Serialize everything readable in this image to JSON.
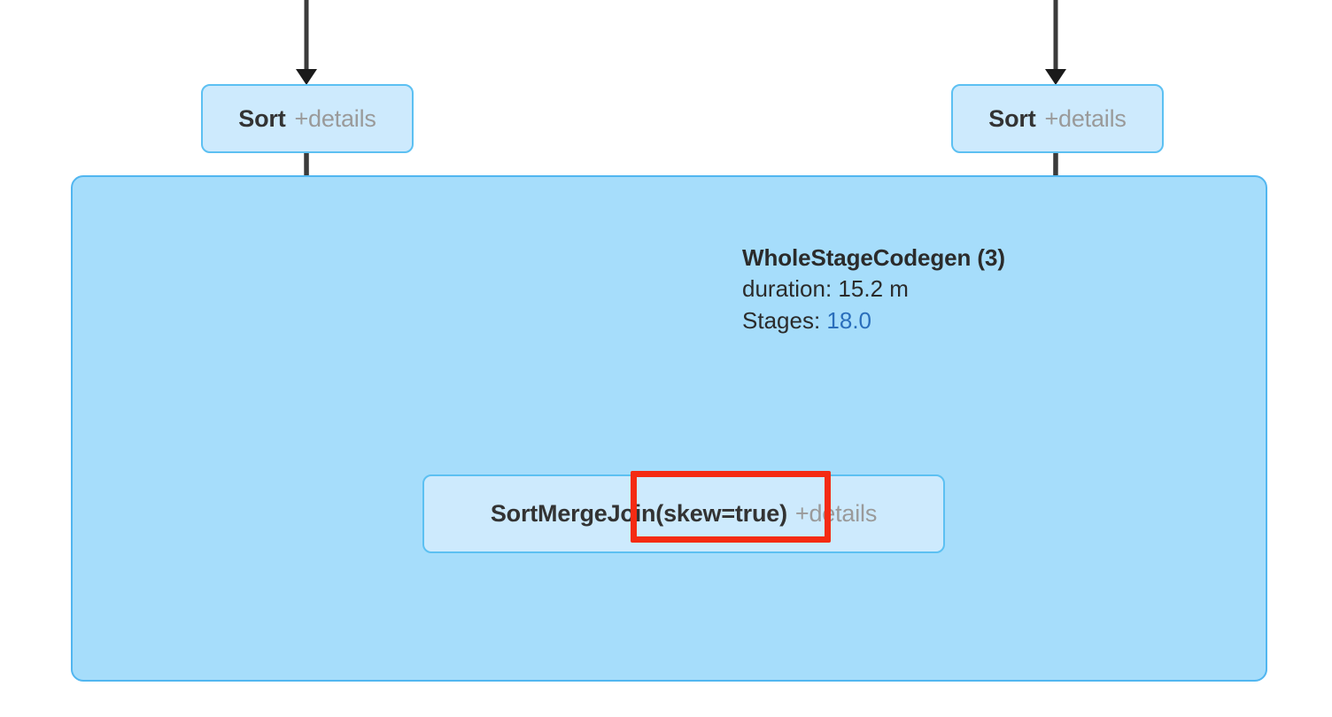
{
  "diagram": {
    "type": "spark-sql-query-plan",
    "colors": {
      "cluster_fill": "#a6ddfb",
      "cluster_border": "#51b6f0",
      "node_fill": "#cdeafd",
      "node_border": "#5cc0f2",
      "node_text": "#333333",
      "details_text": "#9a9a9a",
      "link_text": "#2a6ebb",
      "edge": "#3b3b3b",
      "highlight": "#f42b13"
    }
  },
  "cluster": {
    "title": "WholeStageCodegen (3)",
    "duration_label": "duration:",
    "duration_value": "15.2 m",
    "stages_label": "Stages:",
    "stages_value": "18.0"
  },
  "nodes": {
    "sort_left": {
      "name": "Sort",
      "details": "+details"
    },
    "sort_right": {
      "name": "Sort",
      "details": "+details"
    },
    "sort_merge_join": {
      "name": "SortMergeJoin(skew=true)",
      "details": "+details"
    }
  },
  "annotation": {
    "highlighted_text": "(skew=true)"
  }
}
